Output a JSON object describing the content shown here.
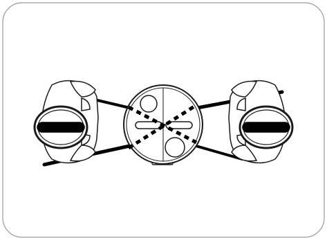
{
  "diagram": {
    "colors": {
      "outline": "#1a1a1a",
      "frame": "#9a9a9a",
      "fill": "#ffffff",
      "black": "#000000"
    },
    "parts": [
      "left-knob-assembly",
      "right-knob-assembly",
      "center-round-housing",
      "dashed-cross-connection",
      "belt-lines"
    ]
  }
}
